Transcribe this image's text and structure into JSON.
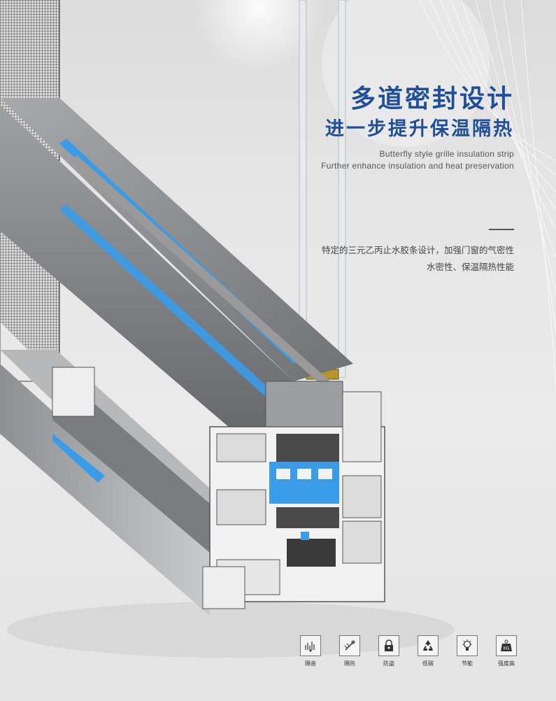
{
  "headline": {
    "title": "多道密封设计",
    "subtitle": "进一步提升保温隔热"
  },
  "english": {
    "line1": "Butterfly style grille insulation strip",
    "line2": "Further enhance insulation and heat preservation"
  },
  "description": {
    "line1": "特定的三元乙丙止水胶条设计，加强门窗的气密性",
    "line2": "水密性、保温隔热性能"
  },
  "features": [
    {
      "label": "隔音",
      "icon": "sound-insulation-icon"
    },
    {
      "label": "隔热",
      "icon": "heat-insulation-icon"
    },
    {
      "label": "防盗",
      "icon": "lock-icon"
    },
    {
      "label": "低碳",
      "icon": "recycle-icon"
    },
    {
      "label": "节能",
      "icon": "lightbulb-icon"
    },
    {
      "label": "强度高",
      "icon": "weight-kg-icon"
    }
  ],
  "colors": {
    "brand": "#1f4f9a",
    "gasket_blue": "#3a9be8",
    "aluminum": "#8a8c8f"
  }
}
